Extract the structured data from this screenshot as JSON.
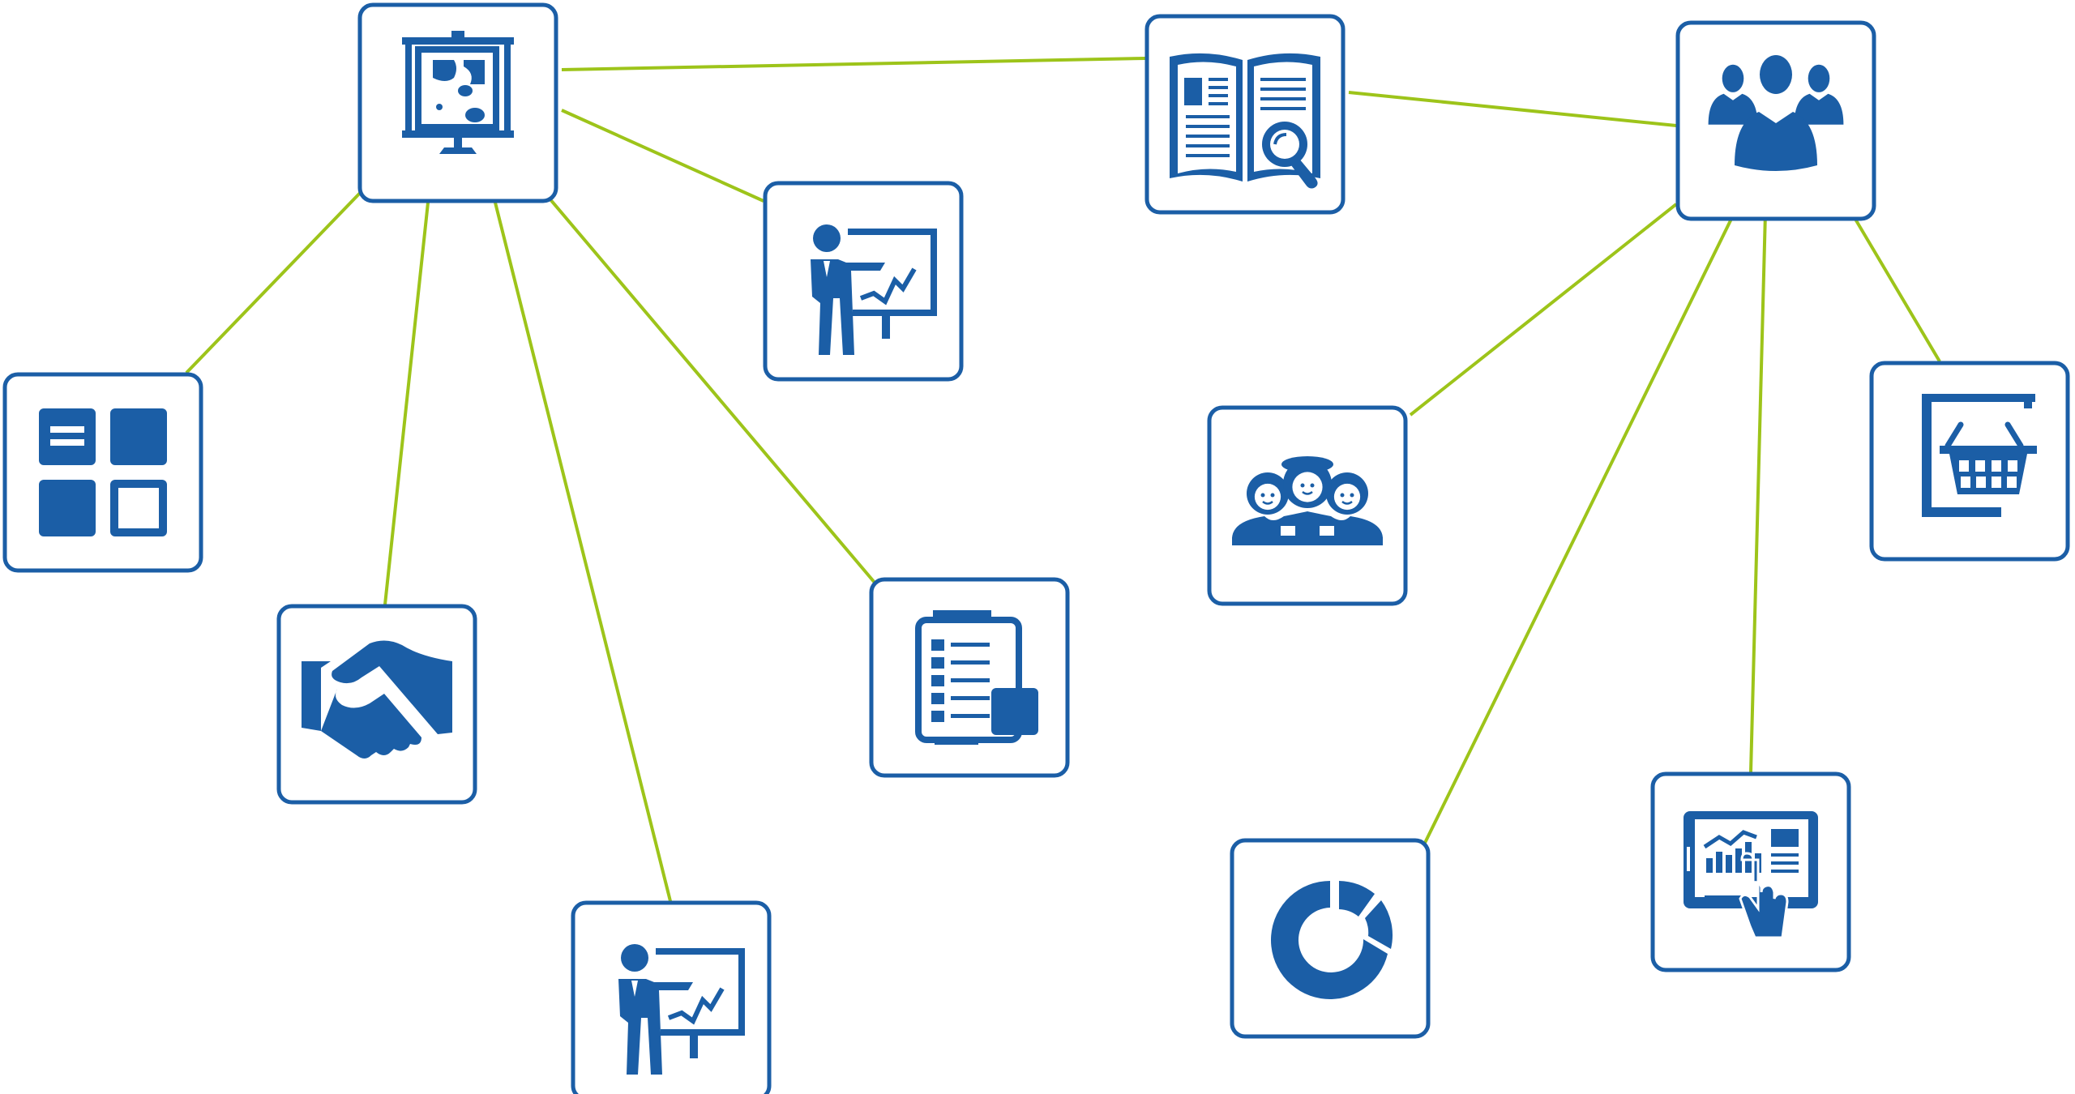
{
  "colors": {
    "node_stroke": "#1b5ea6",
    "icon_fill": "#1b5ea6",
    "edge": "#9dc41a",
    "node_fill": "#ffffff"
  },
  "nodes": [
    {
      "id": "easel-presentation",
      "icon": "easel-icon"
    },
    {
      "id": "open-book-search",
      "icon": "book-magnifier-icon"
    },
    {
      "id": "user-group",
      "icon": "users-icon"
    },
    {
      "id": "tiles",
      "icon": "tiles-icon"
    },
    {
      "id": "presenter-top",
      "icon": "presenter-icon"
    },
    {
      "id": "team-portrait",
      "icon": "team-icon"
    },
    {
      "id": "shopping-basket",
      "icon": "basket-icon"
    },
    {
      "id": "handshake",
      "icon": "handshake-icon"
    },
    {
      "id": "clipboard-checklist",
      "icon": "clipboard-icon"
    },
    {
      "id": "presenter-bottom",
      "icon": "presenter-icon"
    },
    {
      "id": "donut-chart",
      "icon": "donut-chart-icon"
    },
    {
      "id": "touch-dashboard",
      "icon": "tablet-touch-icon"
    }
  ],
  "edges": [
    [
      "easel-presentation",
      "open-book-search"
    ],
    [
      "easel-presentation",
      "presenter-top"
    ],
    [
      "easel-presentation",
      "tiles"
    ],
    [
      "easel-presentation",
      "handshake"
    ],
    [
      "easel-presentation",
      "presenter-bottom"
    ],
    [
      "easel-presentation",
      "clipboard-checklist"
    ],
    [
      "open-book-search",
      "user-group"
    ],
    [
      "user-group",
      "team-portrait"
    ],
    [
      "user-group",
      "donut-chart"
    ],
    [
      "user-group",
      "touch-dashboard"
    ],
    [
      "user-group",
      "shopping-basket"
    ]
  ]
}
